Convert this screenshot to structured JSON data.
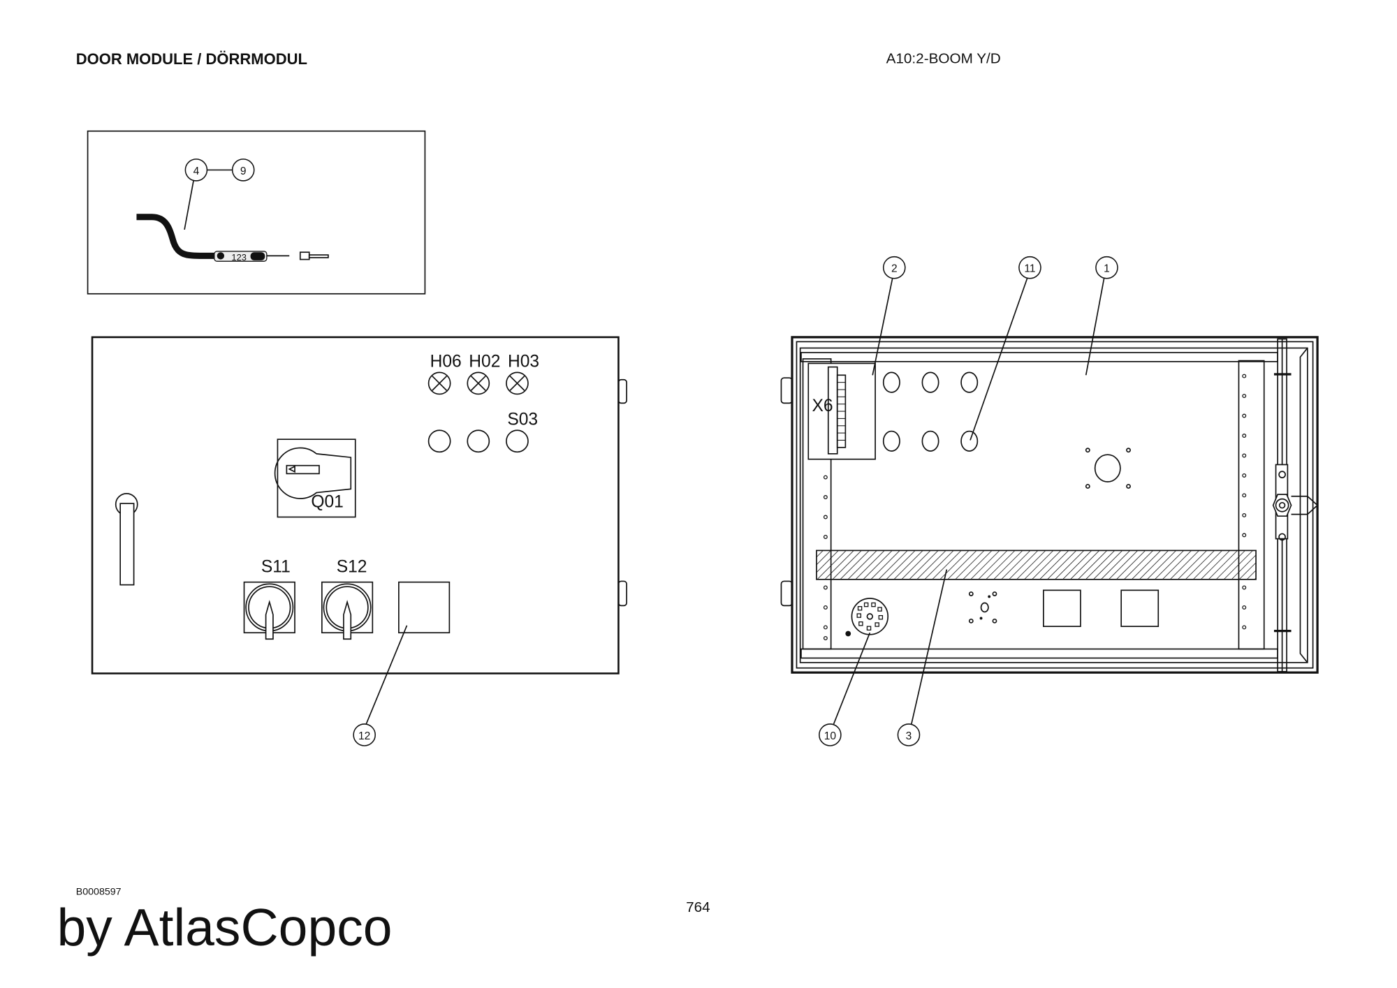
{
  "header": {
    "title": "DOOR MODULE / DÖRRMODUL",
    "ref": "A10:2-BOOM Y/D"
  },
  "detail": {
    "sleeve_label": "123"
  },
  "door_front": {
    "lamps": [
      "H06",
      "H02",
      "H03"
    ],
    "button_label": "S03",
    "main_switch": "Q01",
    "selectors": [
      "S11",
      "S12"
    ]
  },
  "cabinet": {
    "terminal_label": "X6"
  },
  "balloons": {
    "b1": "1",
    "b2": "2",
    "b3": "3",
    "b4": "4",
    "b9": "9",
    "b10": "10",
    "b11": "11",
    "b12": "12"
  },
  "footer": {
    "drawing_no": "B0008597",
    "page": "764",
    "brand": "by AtlasCopco"
  }
}
